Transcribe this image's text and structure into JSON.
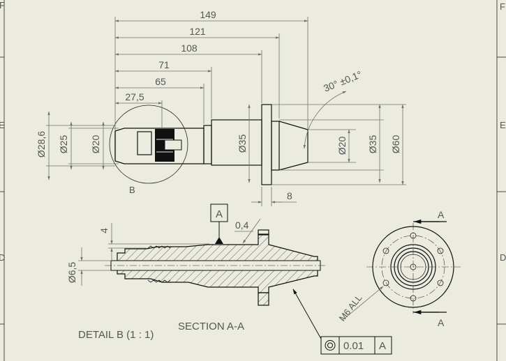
{
  "sheet": {
    "zones": {
      "left": [
        "E",
        "D"
      ],
      "right": [
        "F",
        "E",
        "D"
      ],
      "top_left": "F"
    },
    "colors": {
      "background": "#ecebe0",
      "dimension": "#707070",
      "geometry": "#111111",
      "text": "#555555"
    }
  },
  "dimensions": {
    "d149": "149",
    "d121": "121",
    "d108": "108",
    "d71": "71",
    "d65": "65",
    "d27": "27,5",
    "angle": "30° ±0,1°",
    "dia28": "Ø28,6",
    "dia25": "Ø25",
    "dia20_left": "Ø20",
    "dia35_mid": "Ø35",
    "dia20_right": "Ø20",
    "dia35_right": "Ø35",
    "dia60": "Ø60",
    "d8": "8",
    "d4": "4",
    "dia6": "Ø6,5",
    "d04": "0,4"
  },
  "labels": {
    "detail_circle": "B",
    "datum": "A",
    "section_arrow_top": "A",
    "section_arrow_bottom": "A",
    "thread_note": "M6 ALL",
    "detail_title": "DETAIL B (1 : 1)",
    "section_title": "SECTION A-A"
  },
  "tolerance_frame": {
    "symbol": "concentricity-icon",
    "value": "0.01",
    "datum": "A"
  }
}
